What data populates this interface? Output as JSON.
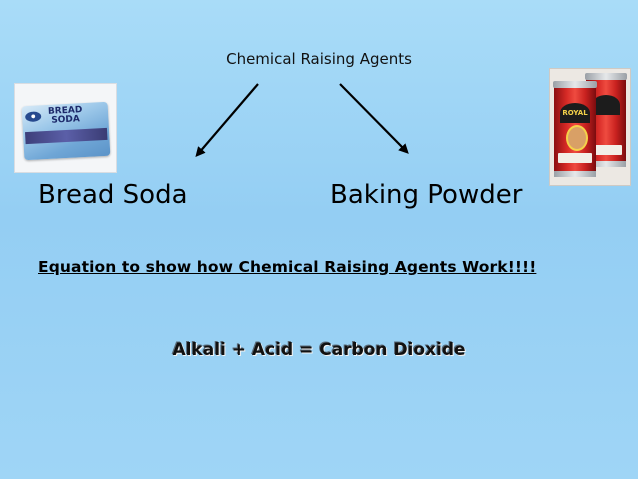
{
  "slide": {
    "title": "Chemical Raising Agents",
    "left_label": "Bread Soda",
    "right_label": "Baking Powder",
    "equation_heading": "Equation to show how Chemical Raising Agents Work!!!!",
    "formula": "Alkali + Acid = Carbon Dioxide"
  },
  "images": {
    "bread_soda_packet_text": "BREAD SODA",
    "baking_powder_brand": "ROYAL"
  },
  "colors": {
    "background": "#9fd5f6",
    "text": "#000000",
    "tin_red": "#d62a26"
  }
}
